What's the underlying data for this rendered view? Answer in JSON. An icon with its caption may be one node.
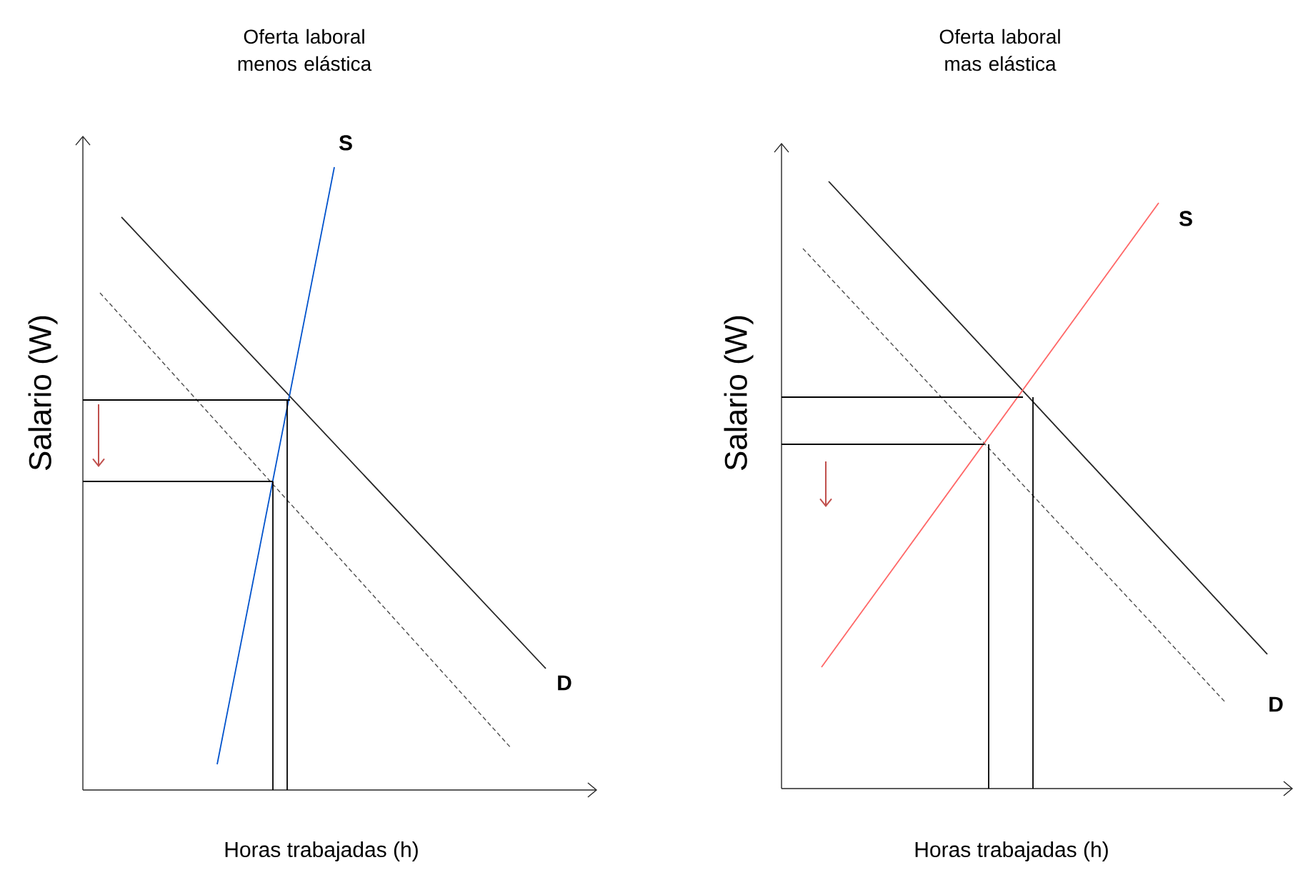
{
  "diagram": {
    "labels": [
      "Oferta laboral menos elástica",
      "Oferta laboral mas elástica",
      "S",
      "S",
      "Salario (W)",
      "Salario (W)",
      "D",
      "D",
      "Horas trabajadas (h)",
      "Horas trabajadas (h)"
    ]
  }
}
